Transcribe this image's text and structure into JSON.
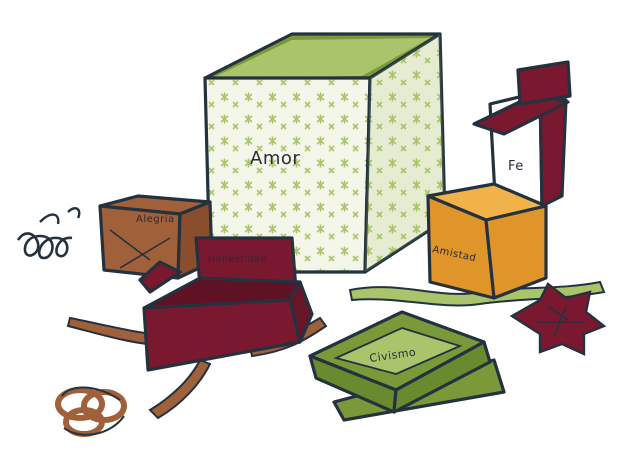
{
  "labels": {
    "amor": "Amor",
    "fe": "Fe",
    "alegria": "Alegria",
    "honestidad": "Honestidad",
    "amistad": "Amistad",
    "civismo": "Civismo"
  },
  "colors": {
    "outline": "#243240",
    "olive_green": "#7a9a3a",
    "light_green": "#a9c46a",
    "maroon": "#7a1830",
    "brown": "#a0603a",
    "orange": "#e0952a",
    "pattern_bg": "#f4f6ea"
  }
}
